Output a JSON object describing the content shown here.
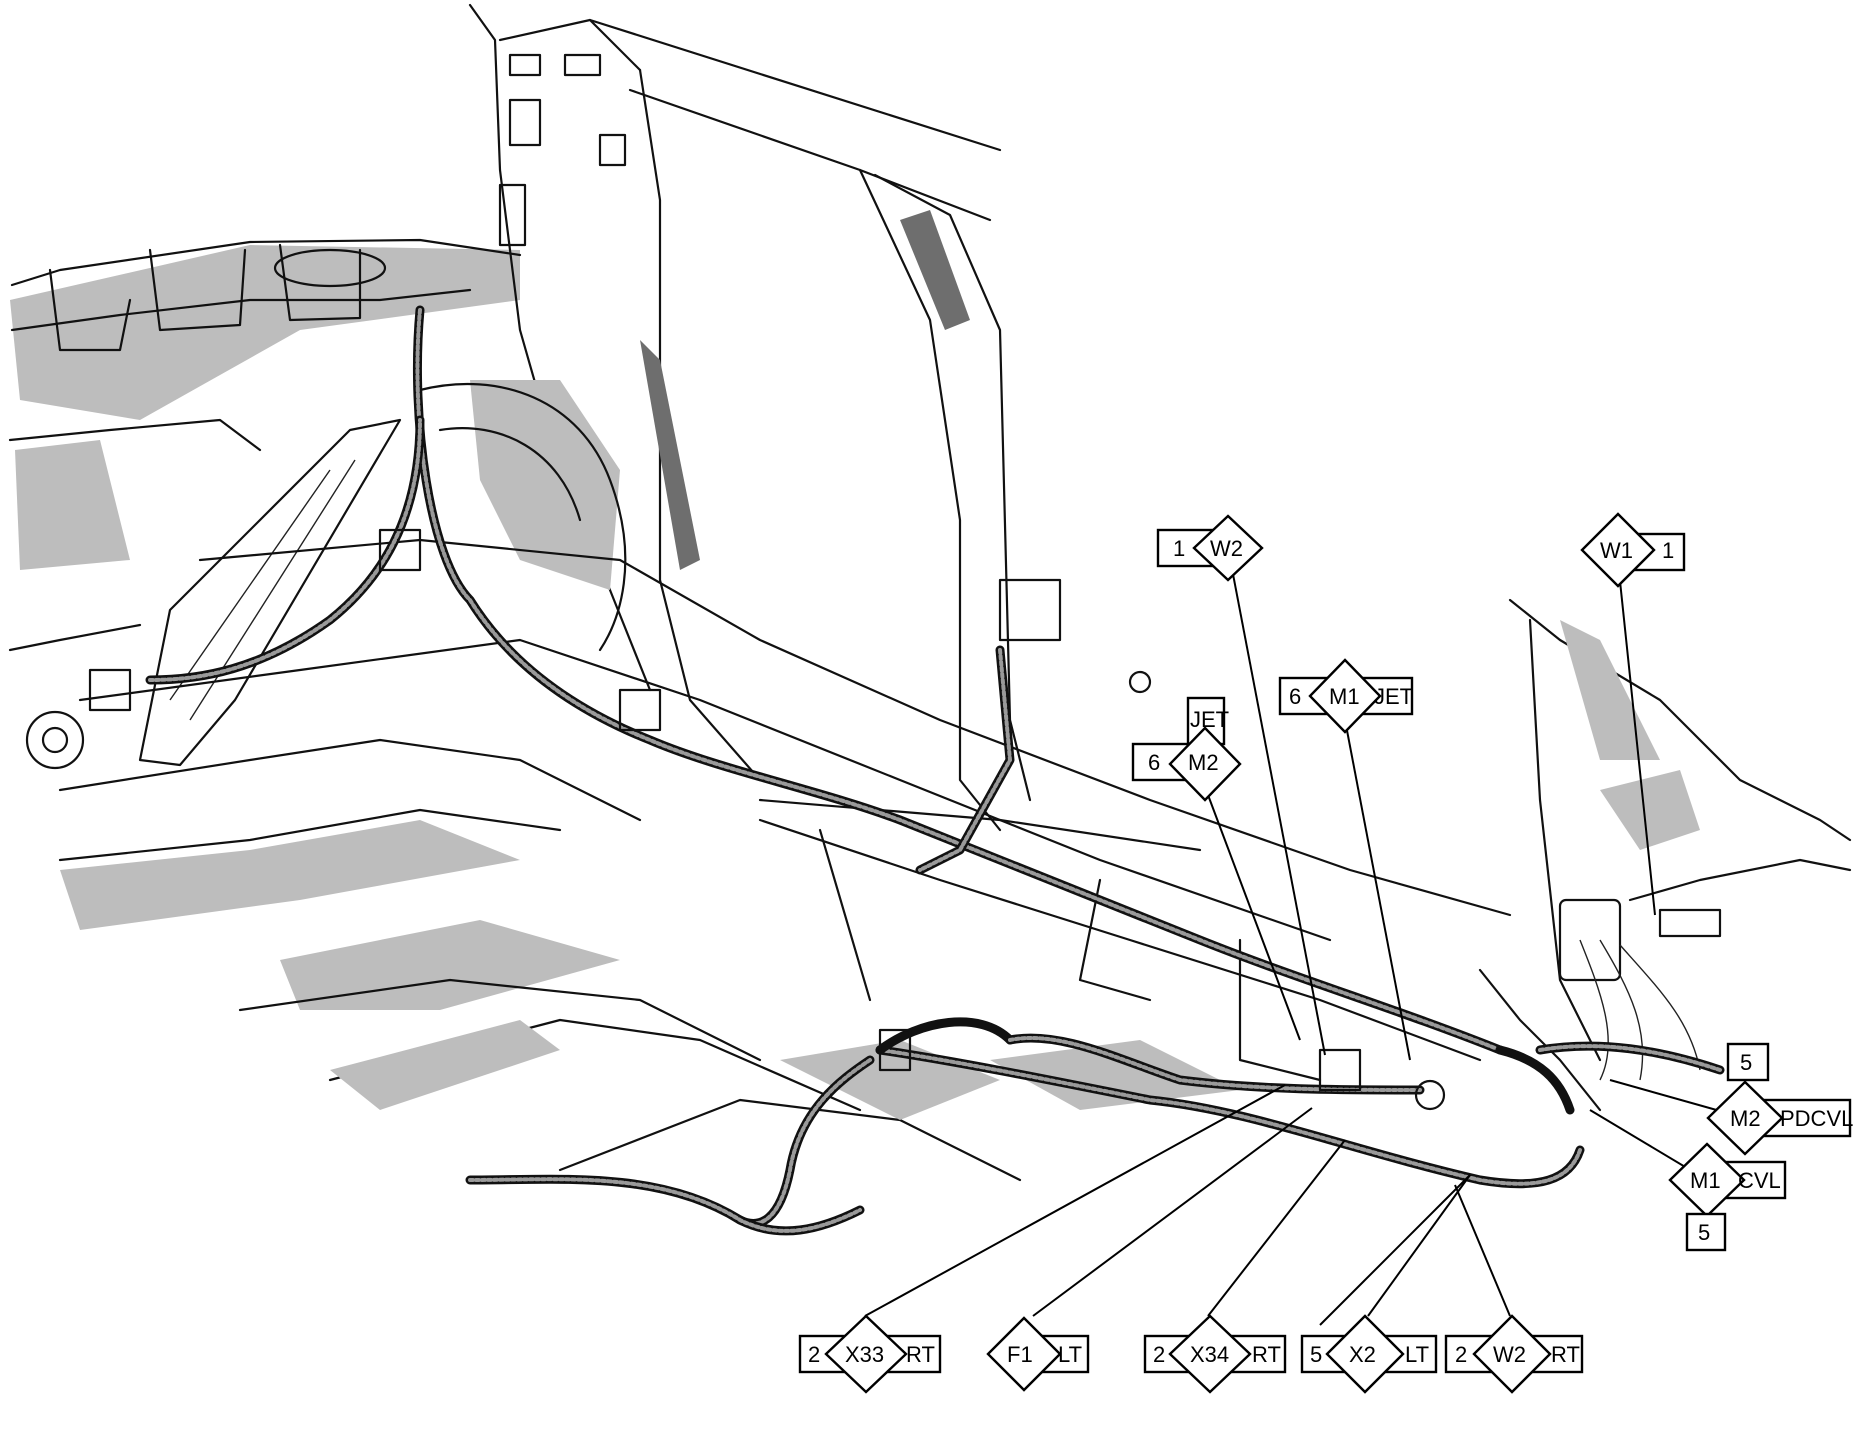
{
  "callouts": {
    "w2_top": {
      "num": "1",
      "code": "W2"
    },
    "w1_top": {
      "code": "W1",
      "num": "1"
    },
    "m1_jet": {
      "num": "6",
      "code": "M1",
      "suffix": "JET"
    },
    "m2_jet": {
      "label": "JET",
      "num": "6",
      "code": "M2"
    },
    "m2_pdcvl": {
      "num": "5",
      "code": "M2",
      "suffix": "PDCVL"
    },
    "m1_cvl": {
      "code": "M1",
      "suffix": "CVL",
      "num": "5"
    },
    "x33_rt": {
      "num": "2",
      "code": "X33",
      "suffix": "RT"
    },
    "f1_lt": {
      "code": "F1",
      "suffix": "LT"
    },
    "x34_rt": {
      "num": "2",
      "code": "X34",
      "suffix": "RT"
    },
    "x2_lt": {
      "num": "5",
      "code": "X2",
      "suffix": "LT"
    },
    "w2_rt": {
      "num": "2",
      "code": "W2",
      "suffix": "RT"
    }
  },
  "colors": {
    "line": "#000000",
    "shade": "#bdbdbd",
    "background": "#ffffff"
  }
}
